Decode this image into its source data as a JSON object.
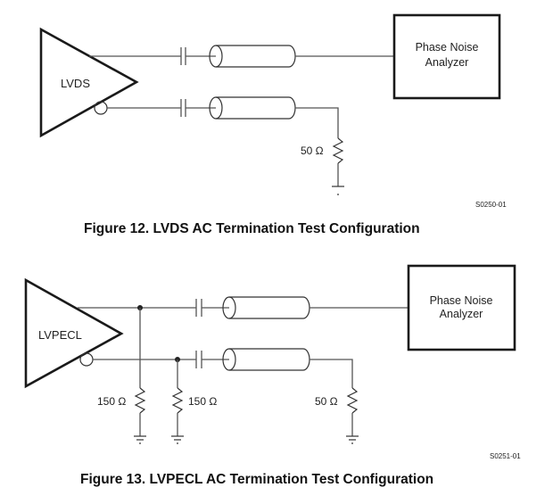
{
  "figures": [
    {
      "caption": "Figure 12. LVDS AC Termination Test Configuration",
      "driver_label": "LVDS",
      "analyzer_label_line1": "Phase Noise",
      "analyzer_label_line2": "Analyzer",
      "resistors": [
        {
          "label": "50 Ω"
        }
      ],
      "drawing_code": "S0250-01"
    },
    {
      "caption": "Figure 13. LVPECL AC Termination Test Configuration",
      "driver_label": "LVPECL",
      "analyzer_label_line1": "Phase Noise",
      "analyzer_label_line2": "Analyzer",
      "resistors": [
        {
          "label": "150 Ω"
        },
        {
          "label": "150 Ω"
        },
        {
          "label": "50 Ω"
        }
      ],
      "drawing_code": "S0251-01"
    }
  ]
}
